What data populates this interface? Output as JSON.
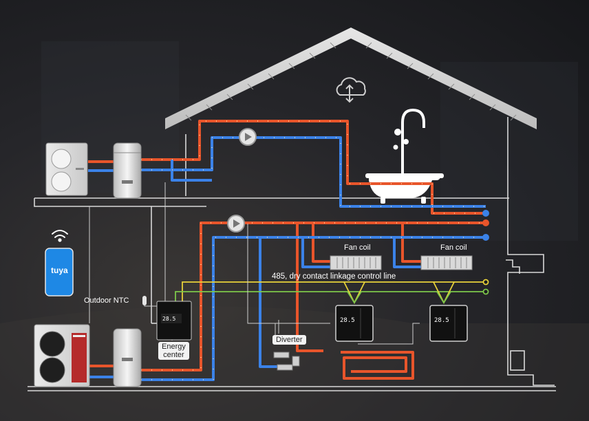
{
  "labels": {
    "fan_coil_left": "Fan coil",
    "fan_coil_right": "Fan coil",
    "control_line": "485, dry contact linkage control line",
    "outdoor_ntc": "Outdoor NTC",
    "diverter": "Diverter",
    "energy_center": "Energy\ncenter",
    "tuya": "tuya",
    "thermostat_temp": "28.5"
  },
  "colors": {
    "hot_pipe": "#e8552b",
    "cold_pipe": "#3b82e8",
    "signal_line": "#e8d23a",
    "signal_line_2": "#7ec84a",
    "wall_line": "#d9d9d9",
    "tuya_app": "#1e88e5"
  },
  "icons": {
    "cloud": "cloud-sync-icon",
    "wifi": "wifi-icon",
    "bathtub": "bathtub-icon",
    "pump": "pump-icon"
  }
}
